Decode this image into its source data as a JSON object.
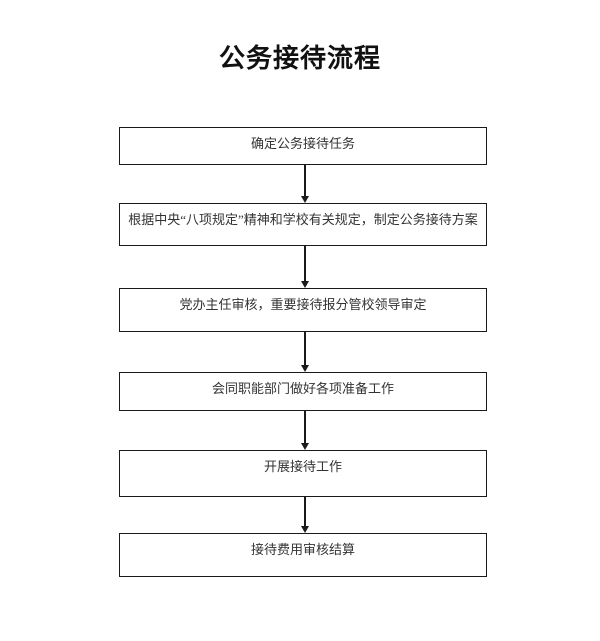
{
  "page": {
    "title": "公务接待流程",
    "background_color": "#ffffff",
    "line_color": "#1a1a1a",
    "text_color": "#333333"
  },
  "flowchart": {
    "steps": [
      {
        "label": "确定公务接待任务"
      },
      {
        "label": "根据中央“八项规定”精神和学校有关规定，制定公务接待方案"
      },
      {
        "label": "党办主任审核，重要接待报分管校领导审定"
      },
      {
        "label": "会同职能部门做好各项准备工作"
      },
      {
        "label": "开展接待工作"
      },
      {
        "label": "接待费用审核结算"
      }
    ]
  }
}
